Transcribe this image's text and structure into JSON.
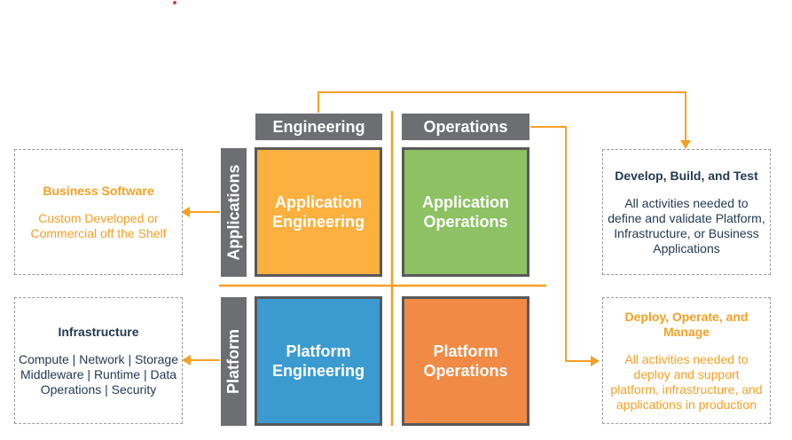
{
  "headers": {
    "engineering": "Engineering",
    "operations": "Operations"
  },
  "side_tabs": {
    "applications": "Applications",
    "platform": "Platform"
  },
  "quadrants": {
    "app_eng": {
      "line1": "Application",
      "line2": "Engineering"
    },
    "app_ops": {
      "line1": "Application",
      "line2": "Operations"
    },
    "plat_eng": {
      "line1": "Platform",
      "line2": "Engineering"
    },
    "plat_ops": {
      "line1": "Platform",
      "line2": "Operations"
    }
  },
  "left_boxes": {
    "business": {
      "title": "Business Software",
      "line1": "Custom Developed or",
      "line2": "Commercial off the Shelf"
    },
    "infra": {
      "title": "Infrastructure",
      "line1": "Compute | Network | Storage",
      "line2": "Middleware | Runtime | Data",
      "line3": "Operations | Security"
    }
  },
  "right_boxes": {
    "develop": {
      "title": "Develop, Build, and Test",
      "line1": "All activities needed to",
      "line2": "define and validate Platform,",
      "line3": "Infrastructure, or Business",
      "line4": "Applications"
    },
    "deploy": {
      "title1": "Deploy, Operate, and",
      "title2": "Manage",
      "line1": "All activities needed to",
      "line2": "deploy and support",
      "line3": "platform, infrastructure, and",
      "line4": "applications in production"
    }
  },
  "colors": {
    "tab_gray": "#6d6e71",
    "app_engineering": "#fbb040",
    "app_operations": "#8dc163",
    "platform_engineering": "#3b9bd1",
    "platform_operations": "#f08a44",
    "connector": "#f5a024",
    "text_orange": "#f5a024",
    "text_navy": "#243a52"
  }
}
